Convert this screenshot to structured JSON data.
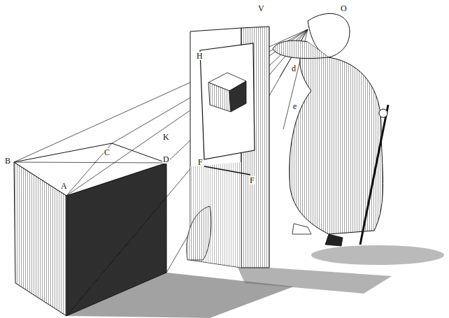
{
  "diagram": {
    "labels": [
      "V",
      "O",
      "H",
      "B",
      "C",
      "K",
      "D",
      "A",
      "d",
      "e",
      "F",
      "F"
    ]
  }
}
